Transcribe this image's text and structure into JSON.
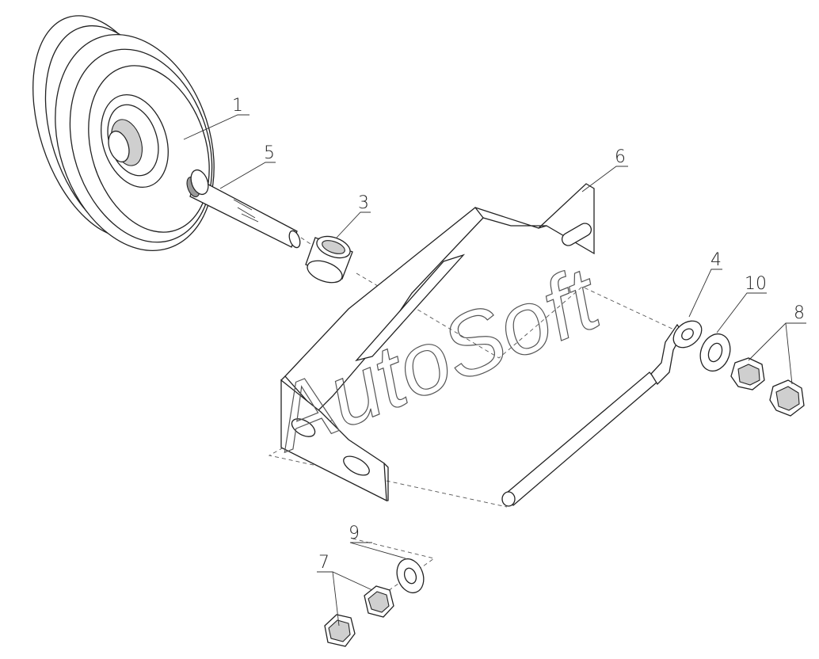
{
  "watermark": "AutoSoft",
  "callouts": [
    {
      "id": "c1",
      "number": "1"
    },
    {
      "id": "c5",
      "number": "5"
    },
    {
      "id": "c3",
      "number": "3"
    },
    {
      "id": "c6",
      "number": "6"
    },
    {
      "id": "c4",
      "number": "4"
    },
    {
      "id": "c10",
      "number": "10"
    },
    {
      "id": "c8",
      "number": "8"
    },
    {
      "id": "c9",
      "number": "9"
    },
    {
      "id": "c7",
      "number": "7"
    }
  ]
}
